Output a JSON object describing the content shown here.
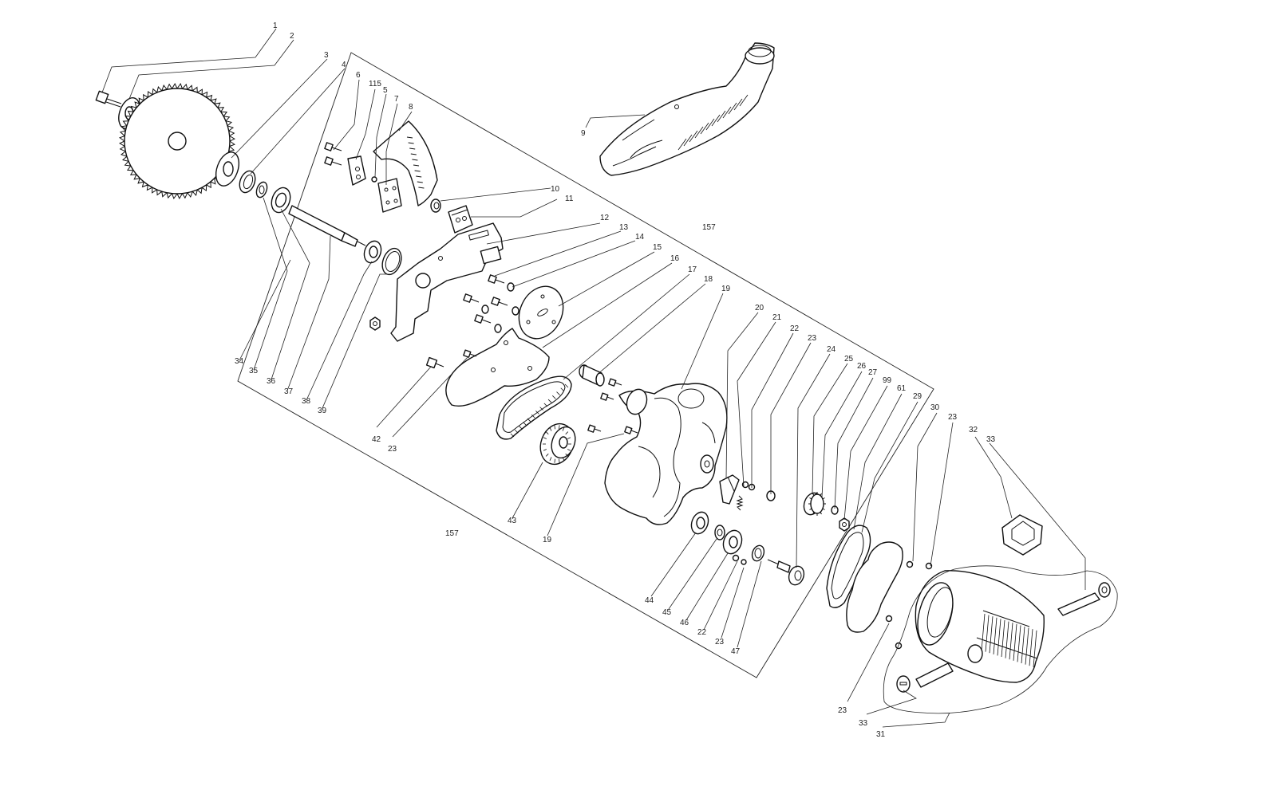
{
  "diagram": {
    "labels": {
      "l1": "1",
      "l2": "2",
      "l3": "3",
      "l4": "4",
      "l5": "5",
      "l6": "6",
      "l7": "7",
      "l8": "8",
      "l9": "9",
      "l10": "10",
      "l11": "11",
      "l12": "12",
      "l13": "13",
      "l14": "14",
      "l15": "15",
      "l16": "16",
      "l17": "17",
      "l18": "18",
      "l19a": "19",
      "l19b": "19",
      "l20": "20",
      "l21": "21",
      "l22a": "22",
      "l22b": "22",
      "l23a": "23",
      "l23b": "23",
      "l23c": "23",
      "l23d": "23",
      "l23e": "23",
      "l24": "24",
      "l25": "25",
      "l26": "26",
      "l27": "27",
      "l29": "29",
      "l30": "30",
      "l31": "31",
      "l32": "32",
      "l33a": "33",
      "l33b": "33",
      "l34": "34",
      "l35": "35",
      "l36": "36",
      "l37": "37",
      "l38": "38",
      "l39": "39",
      "l42": "42",
      "l43": "43",
      "l44": "44",
      "l45": "45",
      "l46": "46",
      "l47": "47",
      "l61": "61",
      "l99": "99",
      "l115": "115",
      "l157a": "157",
      "l157b": "157"
    }
  }
}
